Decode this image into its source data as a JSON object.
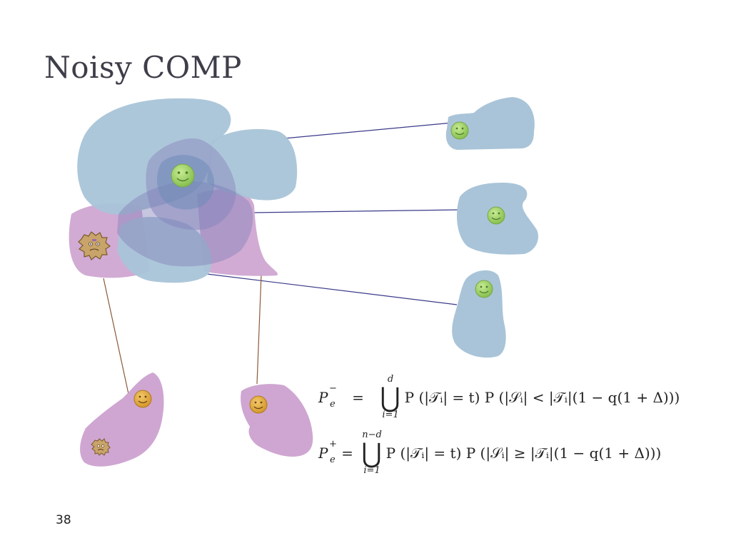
{
  "slide": {
    "title": "Noisy COMP",
    "page_number": "38"
  },
  "colors": {
    "blue_region": "#a9c4d8",
    "purple_region": "#cfa6d2",
    "blue_line": "#3a3a8a",
    "brown_line": "#8a5a3a",
    "happy_face": "#9fd06a",
    "orange_face": "#e0a83c",
    "germ": "#c8a46a"
  },
  "icons": {
    "healthy": "smiley-face-icon",
    "defective": "germ-icon"
  },
  "formulas": {
    "p_minus": {
      "lhs_base": "P",
      "lhs_sub": "e",
      "lhs_sup": "−",
      "eq": "=",
      "op_top": "d",
      "op_bottom": "i=1",
      "rhs": "P (|𝒯ᵢ| = t) P (|𝒮ᵢ| < |𝒯ᵢ|(1 − q(1 + Δ)))"
    },
    "p_plus": {
      "lhs_base": "P",
      "lhs_sub": "e",
      "lhs_sup": "+",
      "eq": "=",
      "op_top": "n−d",
      "op_bottom": "i=1",
      "rhs": "P (|𝒯ᵢ| = t) P (|𝒮ᵢ| ≥ |𝒯ᵢ|(1 − q(1 + Δ)))"
    }
  }
}
